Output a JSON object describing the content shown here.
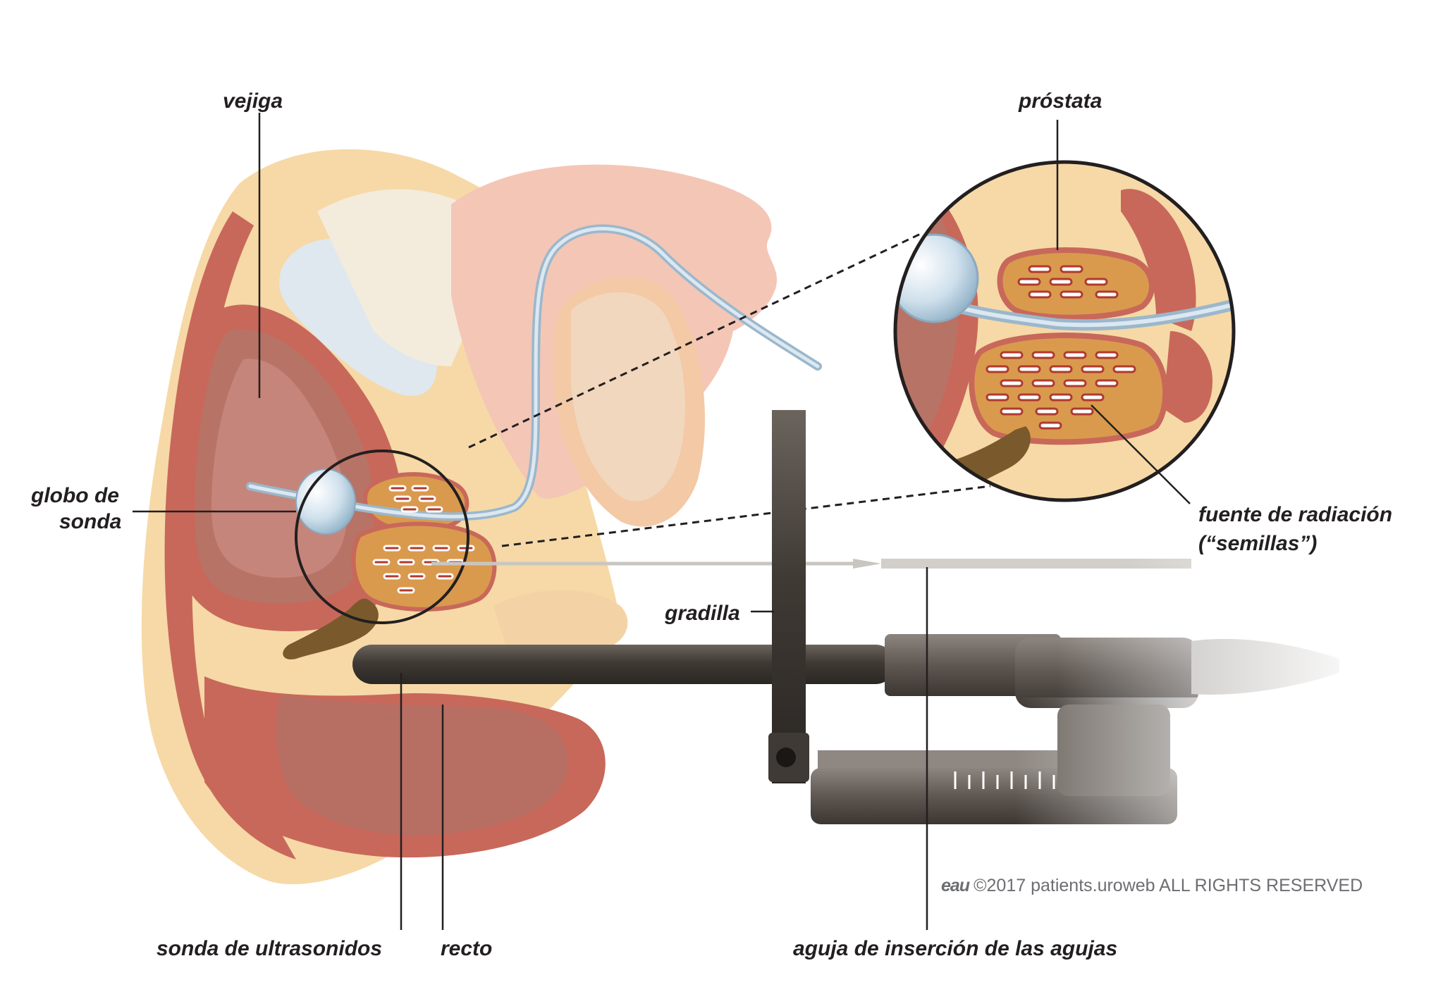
{
  "labels": {
    "bladder": "vejiga",
    "prostate": "próstata",
    "balloon_line1": "globo de",
    "balloon_line2": "sonda",
    "source_line1": "fuente de radiación",
    "source_line2": "(“semillas”)",
    "grid": "gradilla",
    "ultrasound_probe": "sonda de ultrasonidos",
    "rectum": "recto",
    "needle": "aguja de inserción de las agujas"
  },
  "copyright": {
    "logo": "eau",
    "text": "©2017 patients.uroweb ALL RIGHTS RESERVED"
  },
  "colors": {
    "skin_tan": "#f6d9a6",
    "muscle_red": "#c8685a",
    "bladder_inner": "#c98a80",
    "bone_pink": "#f4c6b6",
    "prostate_gold": "#d99a4e",
    "seed_red": "#b03a2e",
    "probe_dark": "#3f3a36",
    "catheter_blue": "#bcd3e3",
    "line_dark": "#231f20"
  },
  "icons": {
    "callout": "magnifier-circle-icon",
    "seed": "radioactive-seed-icon"
  }
}
